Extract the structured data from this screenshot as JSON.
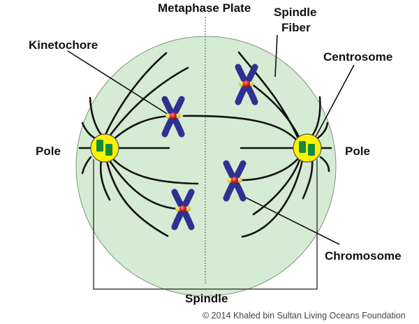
{
  "title": "Metaphase",
  "labels": {
    "metaphase_plate": "Metaphase Plate",
    "spindle_fiber_line1": "Spindle",
    "spindle_fiber_line2": "Fiber",
    "kinetochore": "Kinetochore",
    "centrosome": "Centrosome",
    "pole_left": "Pole",
    "pole_right": "Pole",
    "chromosome": "Chromosome",
    "spindle": "Spindle"
  },
  "copyright": "© 2014 Khaled bin Sultan Living Oceans Foundation",
  "colors": {
    "cell_fill": "#d5ebd3",
    "cell_stroke": "#7f937f",
    "centrosome_fill": "#fff200",
    "centriole_fill": "#138b3a",
    "chromosome": "#2e3192",
    "kinetochore": "#e01b1b",
    "kinetochore_side": "#e6c619"
  }
}
